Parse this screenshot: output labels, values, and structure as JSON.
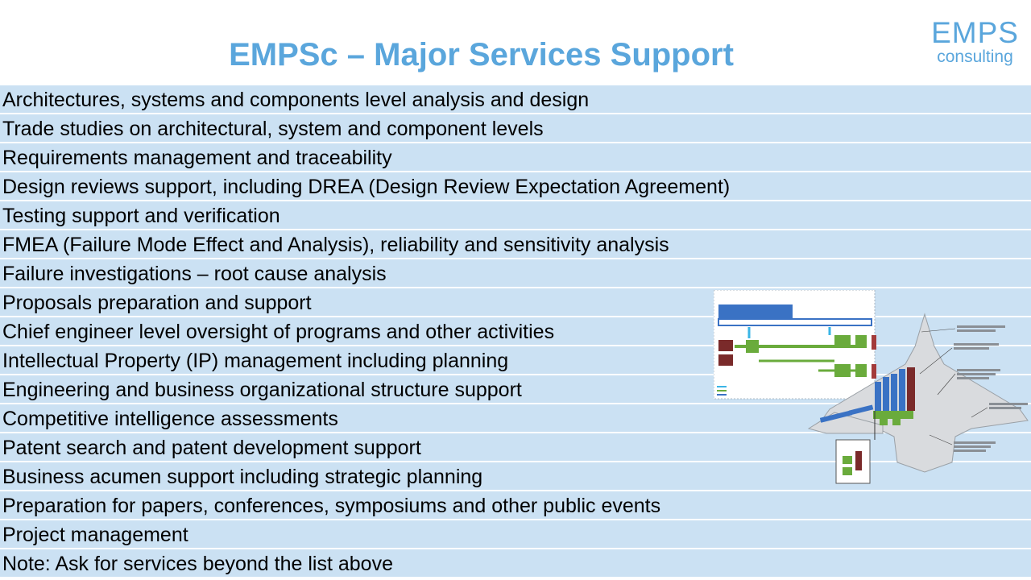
{
  "title": "EMPSc – Major Services Support",
  "logo": {
    "line1": "EMPS",
    "line2": "consulting"
  },
  "services": [
    "Architectures, systems and components level analysis and design",
    "Trade studies on architectural, system and component levels",
    "Requirements management and traceability",
    "Design reviews support, including DREA (Design Review Expectation Agreement)",
    "Testing support and verification",
    "FMEA (Failure Mode Effect and Analysis), reliability and sensitivity analysis",
    "Failure investigations – root cause analysis",
    "Proposals preparation and support",
    "Chief engineer level oversight of programs and other activities",
    "Intellectual Property (IP) management including planning",
    "Engineering and business organizational structure support",
    "Competitive intelligence assessments",
    "Patent search and patent development support",
    "Business acumen support including strategic planning",
    "Preparation for papers, conferences, symposiums and other public events",
    "Project management",
    "Note: Ask for services beyond the list above"
  ],
  "colors": {
    "title": "#5aa6dc",
    "row_bg": "#cbe1f3",
    "aircraft": "#d9dbde",
    "system_blue": "#3a72c4",
    "system_green": "#6aab3c",
    "system_red": "#7a2a2a"
  },
  "graphic": {
    "icon": "aircraft-system-schematic"
  }
}
